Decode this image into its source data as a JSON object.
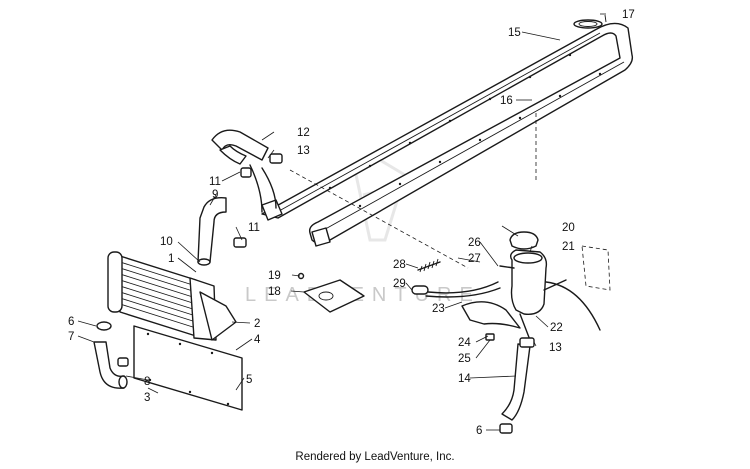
{
  "callouts": {
    "c1": "1",
    "c2": "2",
    "c3": "3",
    "c4": "4",
    "c5": "5",
    "c6a": "6",
    "c6b": "6",
    "c7": "7",
    "c8": "8",
    "c9": "9",
    "c10": "10",
    "c11a": "11",
    "c11b": "11",
    "c12": "12",
    "c13a": "13",
    "c13b": "13",
    "c14": "14",
    "c15": "15",
    "c16": "16",
    "c17": "17",
    "c18": "18",
    "c19": "19",
    "c20": "20",
    "c21": "21",
    "c22": "22",
    "c23": "23",
    "c24": "24",
    "c25": "25",
    "c26": "26",
    "c27": "27",
    "c28": "28",
    "c29": "29"
  },
  "watermark": "LEADVENTURE",
  "footer": "Rendered by LeadVenture, Inc."
}
